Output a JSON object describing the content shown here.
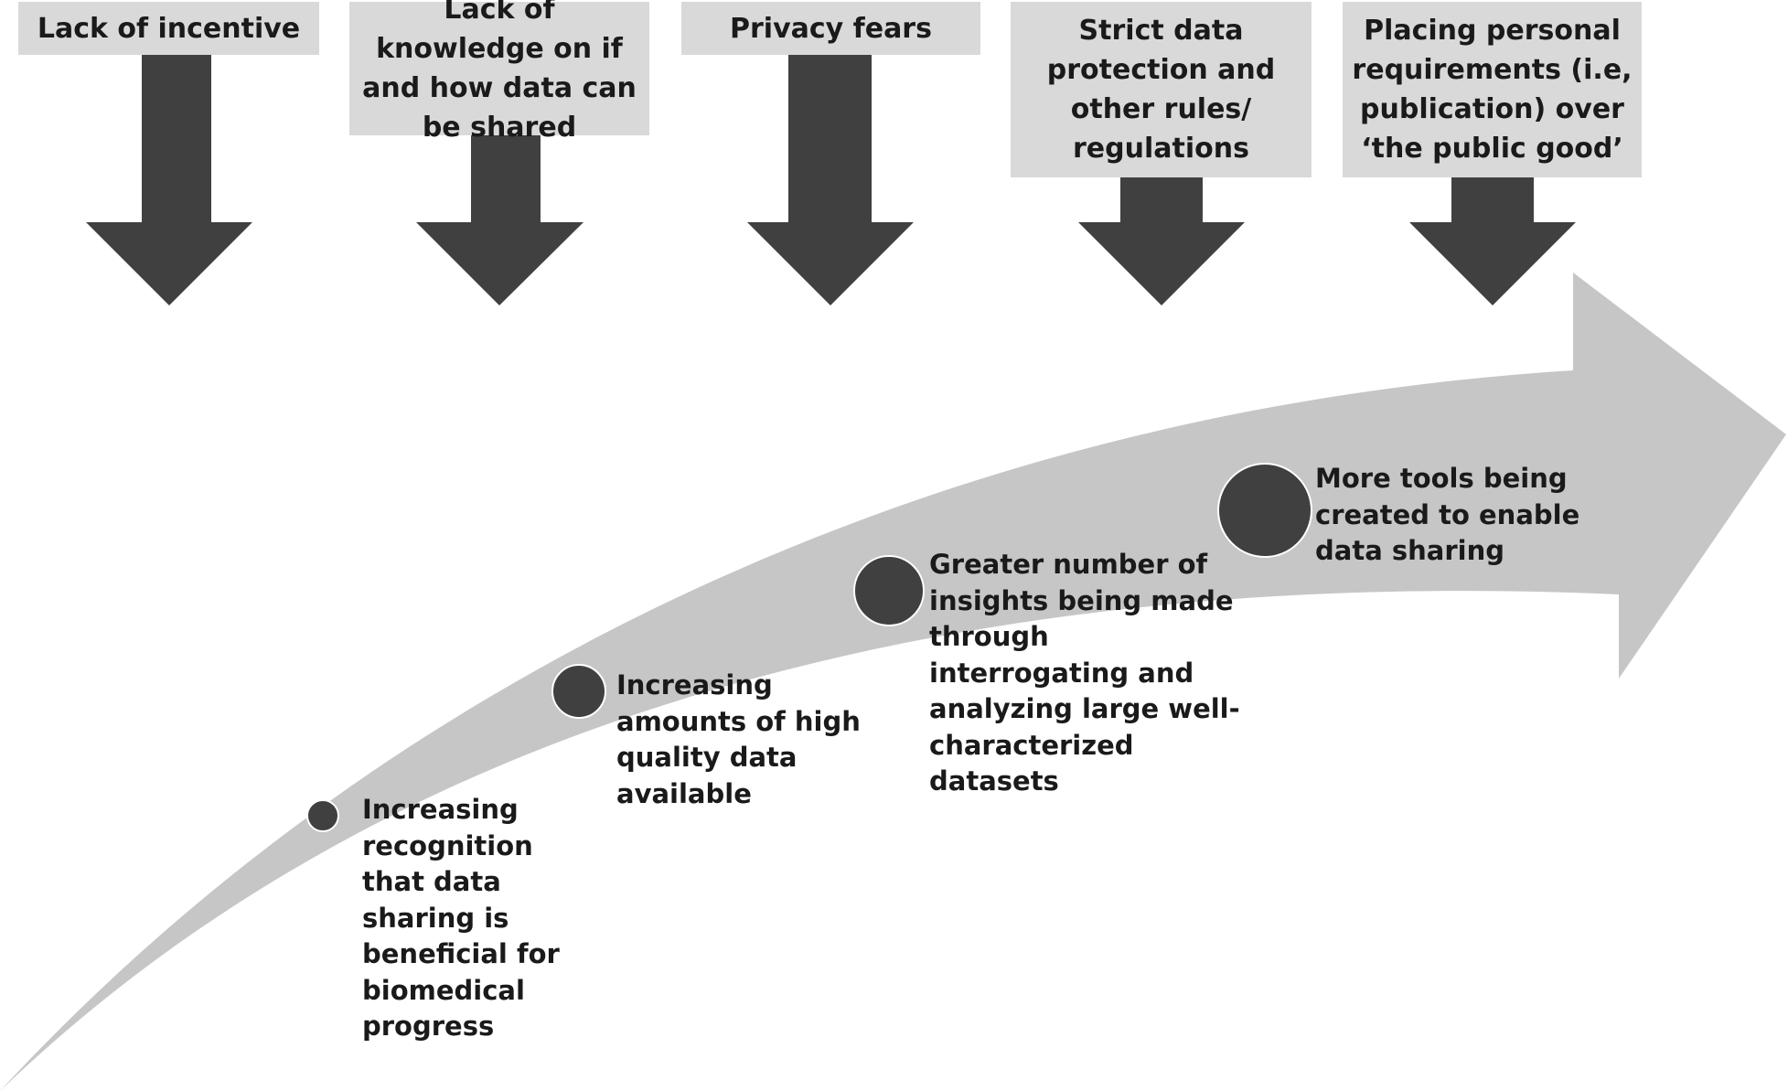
{
  "colors": {
    "background": "#ffffff",
    "barrier_box_fill": "#d9d9d9",
    "down_arrow_fill": "#404040",
    "curved_arrow_fill": "#c6c6c6",
    "dot_fill": "#404040",
    "dot_stroke": "#ffffff",
    "text": "#1a1a1a"
  },
  "barriers": [
    {
      "label": "Lack of incentive"
    },
    {
      "label": "Lack of knowledge on if and how data can be shared"
    },
    {
      "label": "Privacy fears"
    },
    {
      "label": "Strict data protection and other rules/ regulations"
    },
    {
      "label": "Placing personal requirements (i.e, publication) over ‘the public good’"
    }
  ],
  "drivers": [
    {
      "label": "Increasing recognition that data sharing is beneficial for biomedical progress"
    },
    {
      "label": "Increasing amounts of high quality data available"
    },
    {
      "label": "Greater number of insights being made through interrogating and analyzing large well-characterized datasets"
    },
    {
      "label": "More tools being created to enable data sharing"
    }
  ]
}
